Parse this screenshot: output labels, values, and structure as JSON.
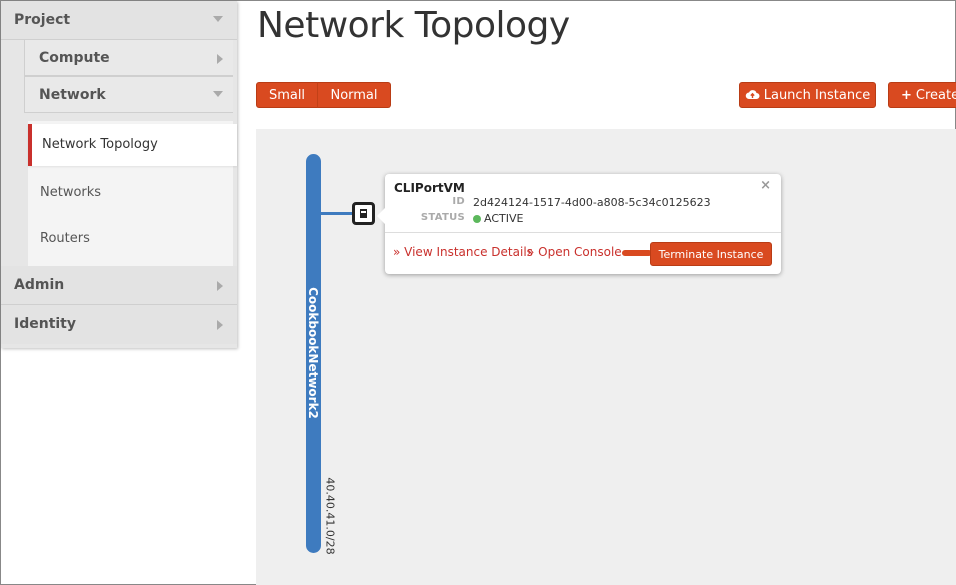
{
  "sidebar": {
    "project_label": "Project",
    "compute_label": "Compute",
    "network_label": "Network",
    "items": [
      {
        "label": "Network Topology"
      },
      {
        "label": "Networks"
      },
      {
        "label": "Routers"
      }
    ],
    "admin_label": "Admin",
    "identity_label": "Identity"
  },
  "page": {
    "title": "Network Topology"
  },
  "toolbar": {
    "small_label": "Small",
    "normal_label": "Normal",
    "launch_label": "Launch Instance",
    "create_label": "Create"
  },
  "topology": {
    "network_name": "CookbookNetwork2",
    "network_cidr": "40.40.41.0/28",
    "network_color": "#3e7bbf"
  },
  "instance_popup": {
    "name": "CLIPortVM",
    "id_label": "ID",
    "id_value": "2d424124-1517-4d00-a808-5c34c0125623",
    "status_label": "STATUS",
    "status_value": "ACTIVE",
    "status_color": "#5cb85c",
    "view_details_link": "» View Instance Details",
    "open_console_link": "» Open Console",
    "terminate_label": "Terminate Instance",
    "close_glyph": "×"
  },
  "colors": {
    "accent": "#d94a20",
    "active_nav": "#c9302c"
  }
}
